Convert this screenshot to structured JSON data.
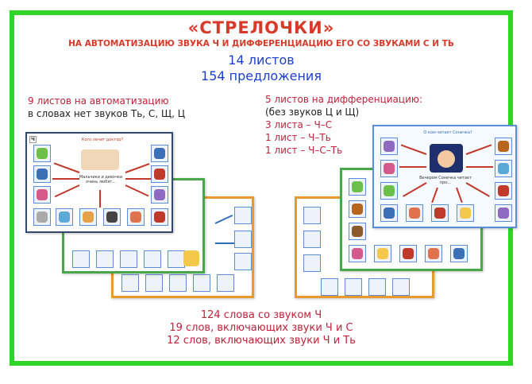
{
  "header": {
    "title": "«СТРЕЛОЧКИ»",
    "subtitle": "НА АВТОМАТИЗАЦИЮ ЗВУКА Ч И ДИФФЕРЕНЦИАЦИЮ  ЕГО СО ЗВУКАМИ С И ТЬ",
    "sheets": "14 листов",
    "sentences": "154 предложения"
  },
  "left_block": {
    "line1": "9 листов на автоматизацию",
    "line2": "в словах нет звуков Ть, С, Щ, Ц"
  },
  "right_block": {
    "line1": "5 листов на дифференциацию:",
    "line2": "(без звуков Ц и Щ)",
    "line3": "3 листа – Ч–С",
    "line4": "1 лист – Ч–Ть",
    "line5": "1 лист – Ч–С–Ть"
  },
  "bottom": {
    "line1": "124 слова со звуком Ч",
    "line2": "19 слов, включающих звуки Ч и С",
    "line3": "12 слов, включающих звуки Ч и Ть"
  },
  "sheet_left_front": {
    "num": "Ч",
    "question": "Кого лечит доктор?",
    "center": "Мальчики и девочки очень любят..."
  },
  "sheet_right_front": {
    "question": "О ком читает Сонечка?",
    "center": "Вечером Сонечка читает про..."
  },
  "colors": {
    "frame": "#33d428",
    "title": "#d83a2a",
    "blue": "#1d3fcf",
    "red": "#c0213a"
  }
}
